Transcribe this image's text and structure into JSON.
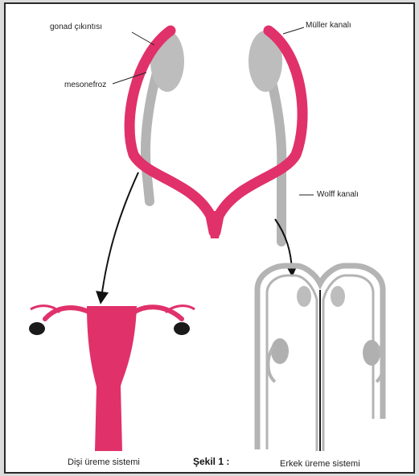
{
  "labels": {
    "gonad": "gonad çıkıntısı",
    "mesonephros": "mesonefroz",
    "muller": "Müller kanalı",
    "wolff": "Wolff kanalı"
  },
  "captions": {
    "female": "Dişi üreme sistemi",
    "male": "Erkek üreme sistemi",
    "figure": "Şekil 1 :"
  },
  "colors": {
    "background": "#dcdcdc",
    "panel": "#ffffff",
    "muller_duct": "#e0316b",
    "wolff_duct": "#b4b4b4",
    "ovary": "#1a1a1a",
    "border": "#2a2a2a"
  }
}
